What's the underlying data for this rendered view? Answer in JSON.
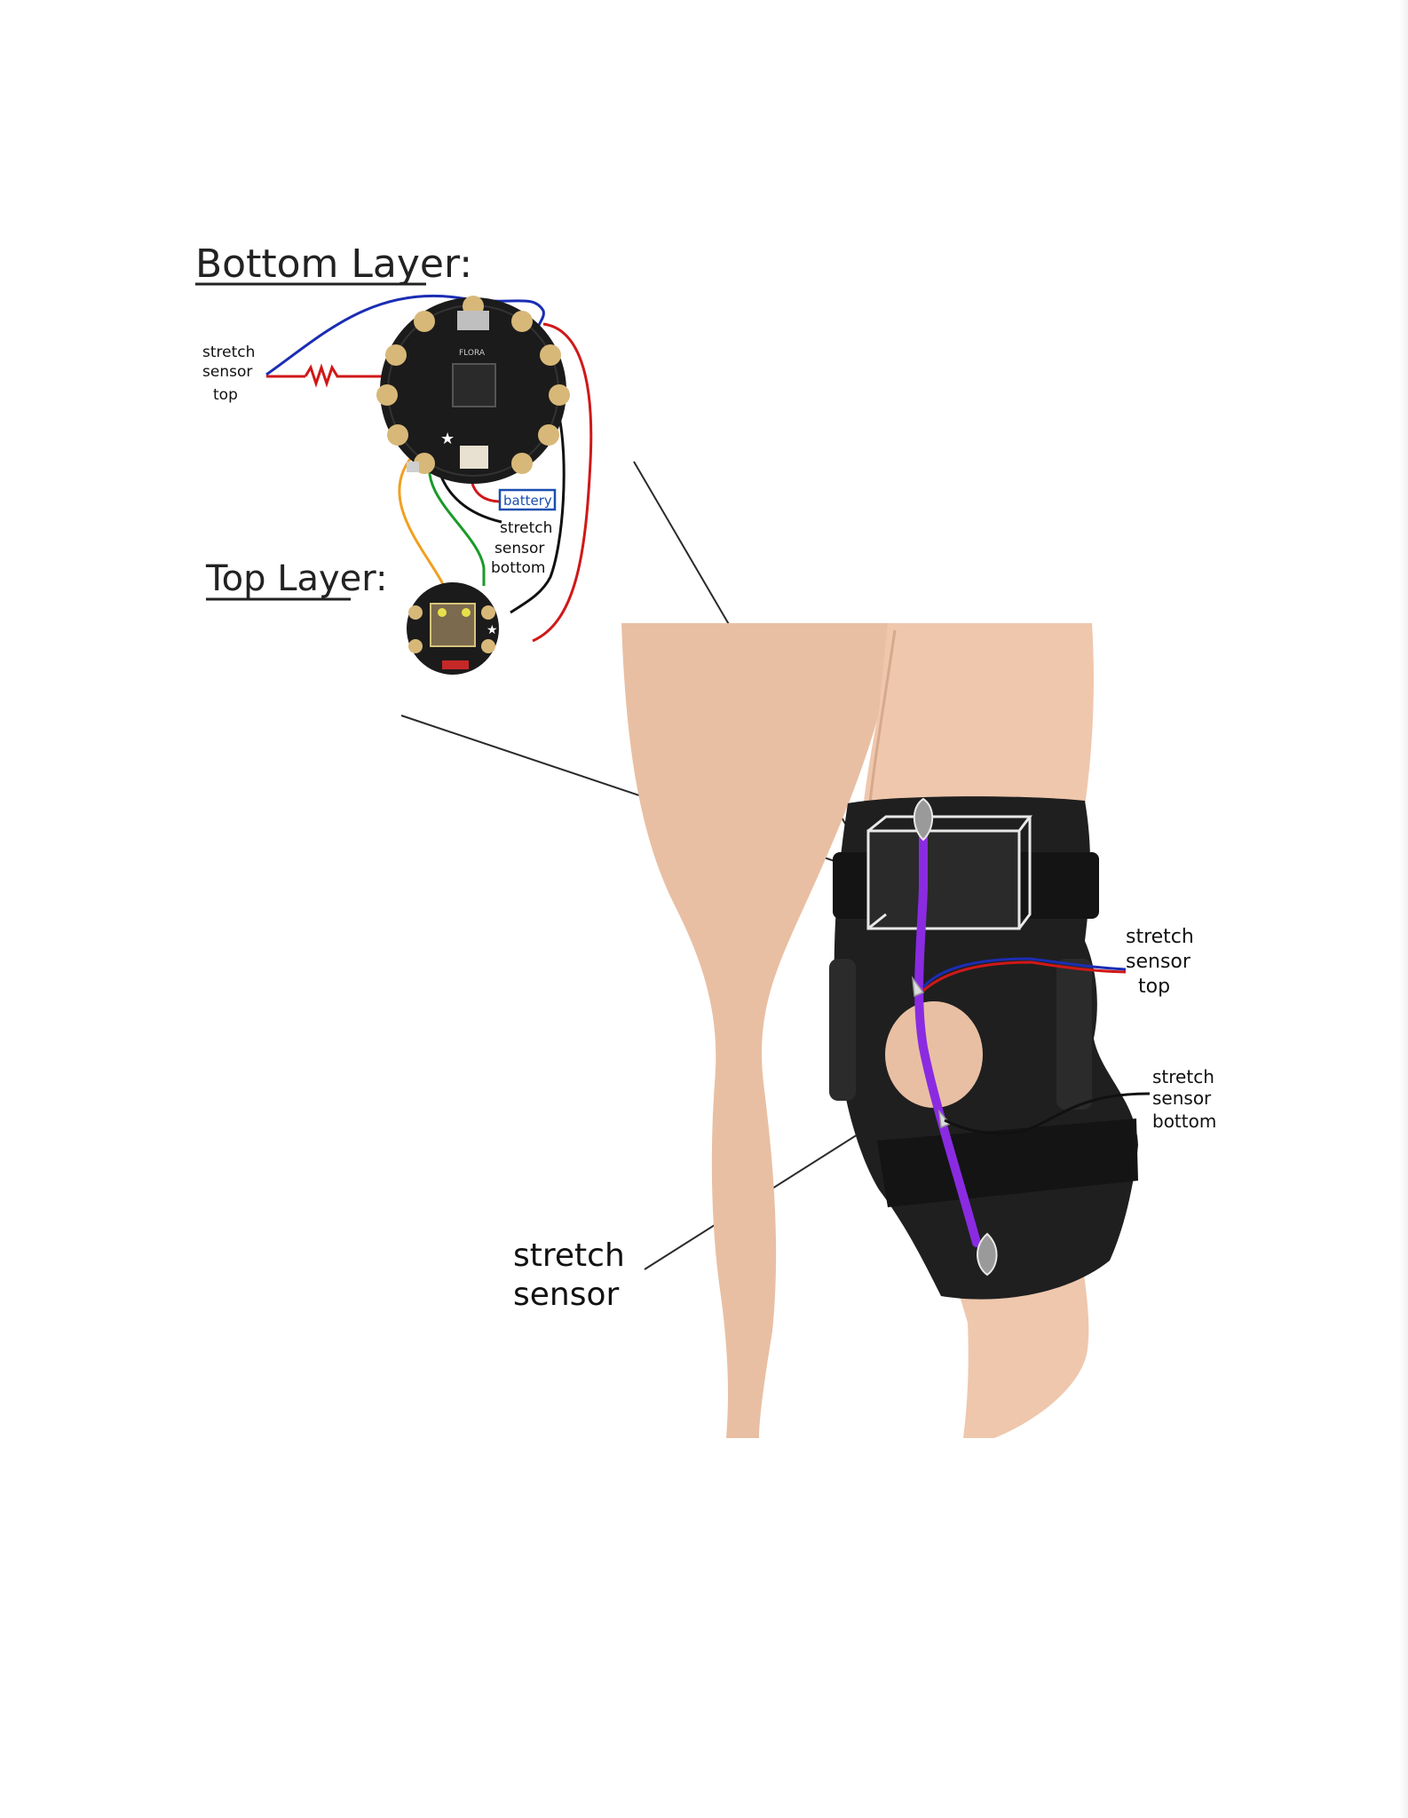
{
  "bottom_layer": {
    "heading": "Bottom Layer:",
    "stretch_top_label": [
      "stretch",
      "sensor",
      "top"
    ],
    "battery_label": "battery",
    "stretch_bottom_label": [
      "stretch",
      "sensor",
      "bottom"
    ],
    "board_brand": "FLORA"
  },
  "top_layer": {
    "heading": "Top Layer:"
  },
  "knee_labels": {
    "sensor_top": [
      "stretch",
      "sensor",
      "top"
    ],
    "sensor_bottom": [
      "stretch",
      "sensor",
      "bottom"
    ],
    "stretch_sensor": [
      "stretch",
      "sensor"
    ]
  },
  "colors": {
    "wire_blue": "#1b2db4",
    "wire_red": "#d01818",
    "wire_black": "#111111",
    "wire_green": "#1a9a2a",
    "wire_orange": "#f0a020",
    "sensor_purple": "#8a2be2",
    "board_black": "#1b1b1b",
    "pad_gold": "#d8b878",
    "skin": "#e9bfa3",
    "brace": "#1f1f1f",
    "battery_blue": "#1a4fb0"
  }
}
